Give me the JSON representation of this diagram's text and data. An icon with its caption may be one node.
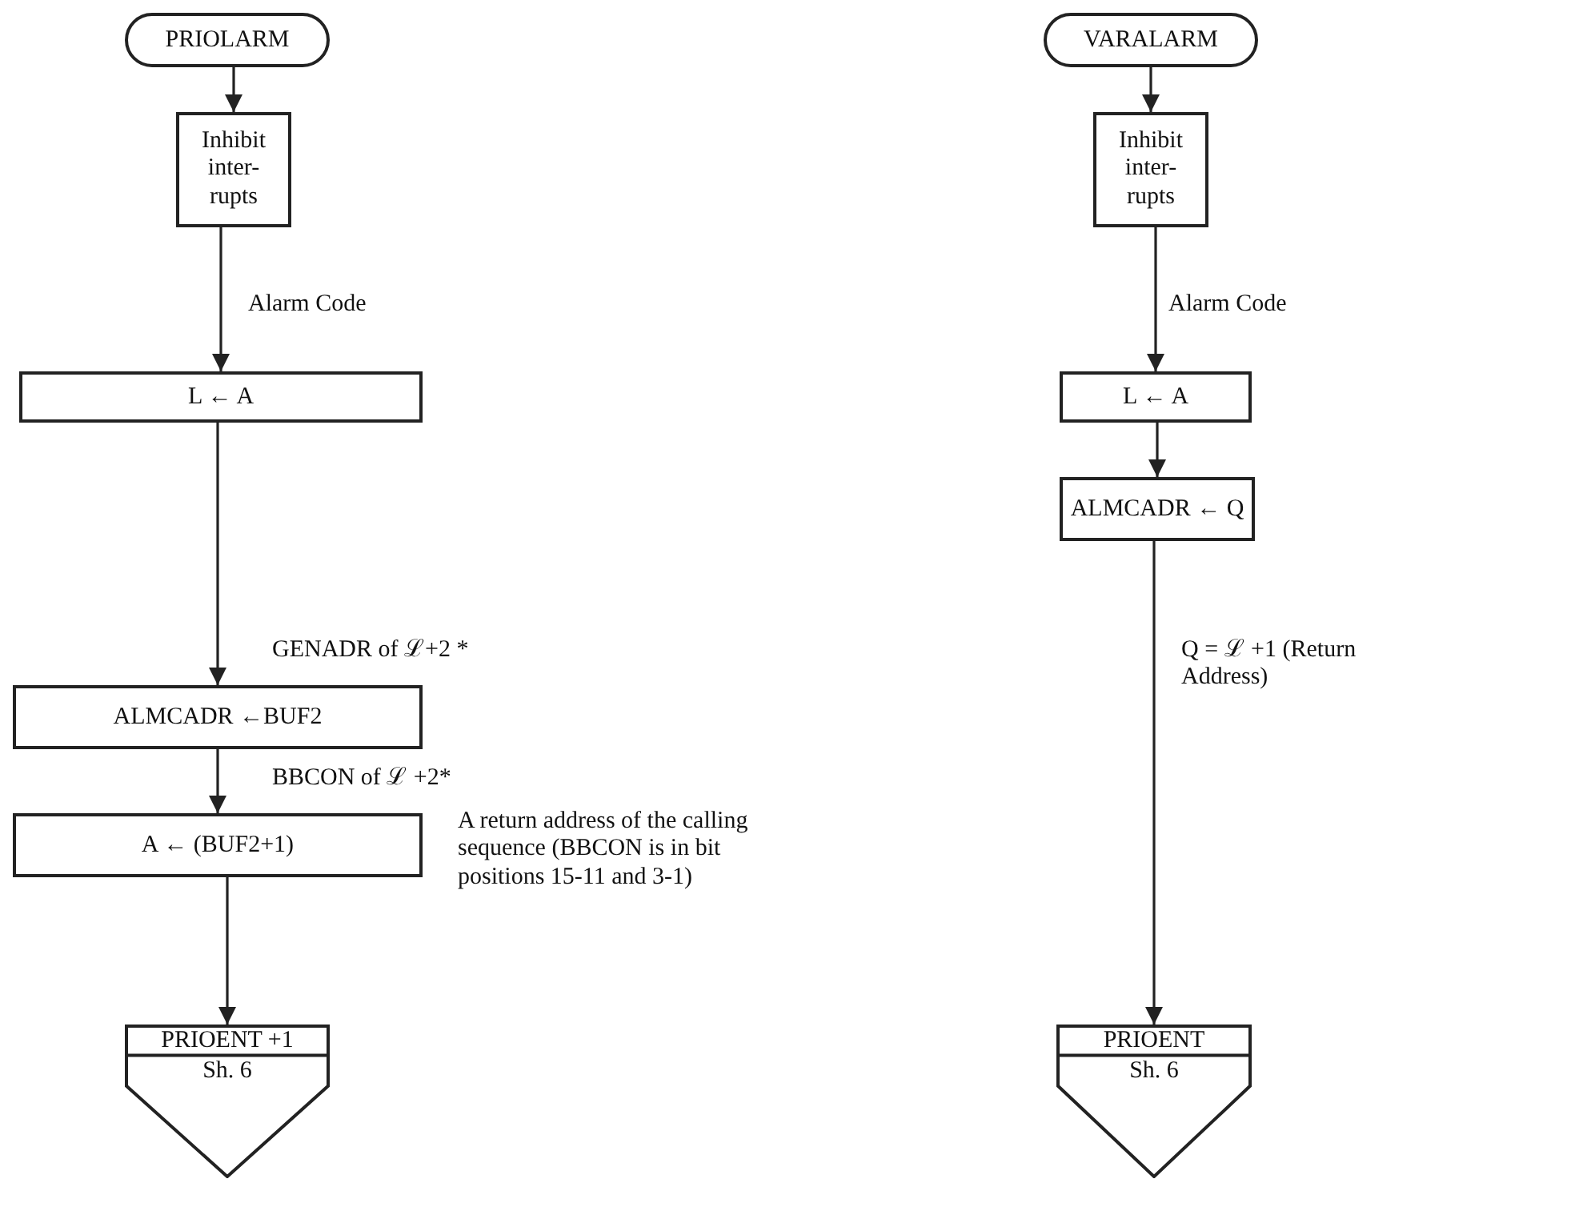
{
  "diagram": {
    "nodes": [
      {
        "text": [
          "PRIOLARM"
        ]
      },
      {
        "text": [
          "Inhibit inter- rupts"
        ]
      },
      {
        "text": [
          "L ← A"
        ]
      },
      {
        "text": [
          "ALMCADR ←BUF2"
        ]
      },
      {
        "text": [
          "A ← (BUF2+1)"
        ],
        "beside": [
          "A return address of the calling sequence (BBCON is in bit positions 15-11 and 3-1)"
        ]
      },
      {
        "text": [
          "PRIOENT +1",
          "Sh. 6"
        ]
      },
      {
        "text": [
          "VARALARM"
        ]
      },
      {
        "text": [
          "Inhibit inter- rupts"
        ]
      },
      {
        "text": [
          "L ← A"
        ]
      },
      {
        "text": [
          "ALMCADR ← Q"
        ]
      },
      {
        "text": [
          "PRIOENT",
          "Sh. 6"
        ]
      }
    ],
    "edges": [
      {
        "from": 0,
        "to": 1,
        "arrow": "to"
      },
      {
        "from": 1,
        "to": 2,
        "arrow": "to",
        "label": "Alarm Code"
      },
      {
        "from": 2,
        "to": 3,
        "arrow": "to",
        "label": "GENADR of ℒ+2 *"
      },
      {
        "from": 3,
        "to": 4,
        "arrow": "to",
        "label": "BBCON of ℒ +2*"
      },
      {
        "from": 4,
        "to": 5,
        "arrow": "to"
      },
      {
        "from": 6,
        "to": 7,
        "arrow": "to"
      },
      {
        "from": 7,
        "to": 8,
        "arrow": "to",
        "label": "Alarm Code"
      },
      {
        "from": 8,
        "to": 9,
        "arrow": "to"
      },
      {
        "from": 9,
        "to": 10,
        "arrow": "to",
        "label": "Q = ℒ +1 (Return Address)"
      }
    ]
  }
}
